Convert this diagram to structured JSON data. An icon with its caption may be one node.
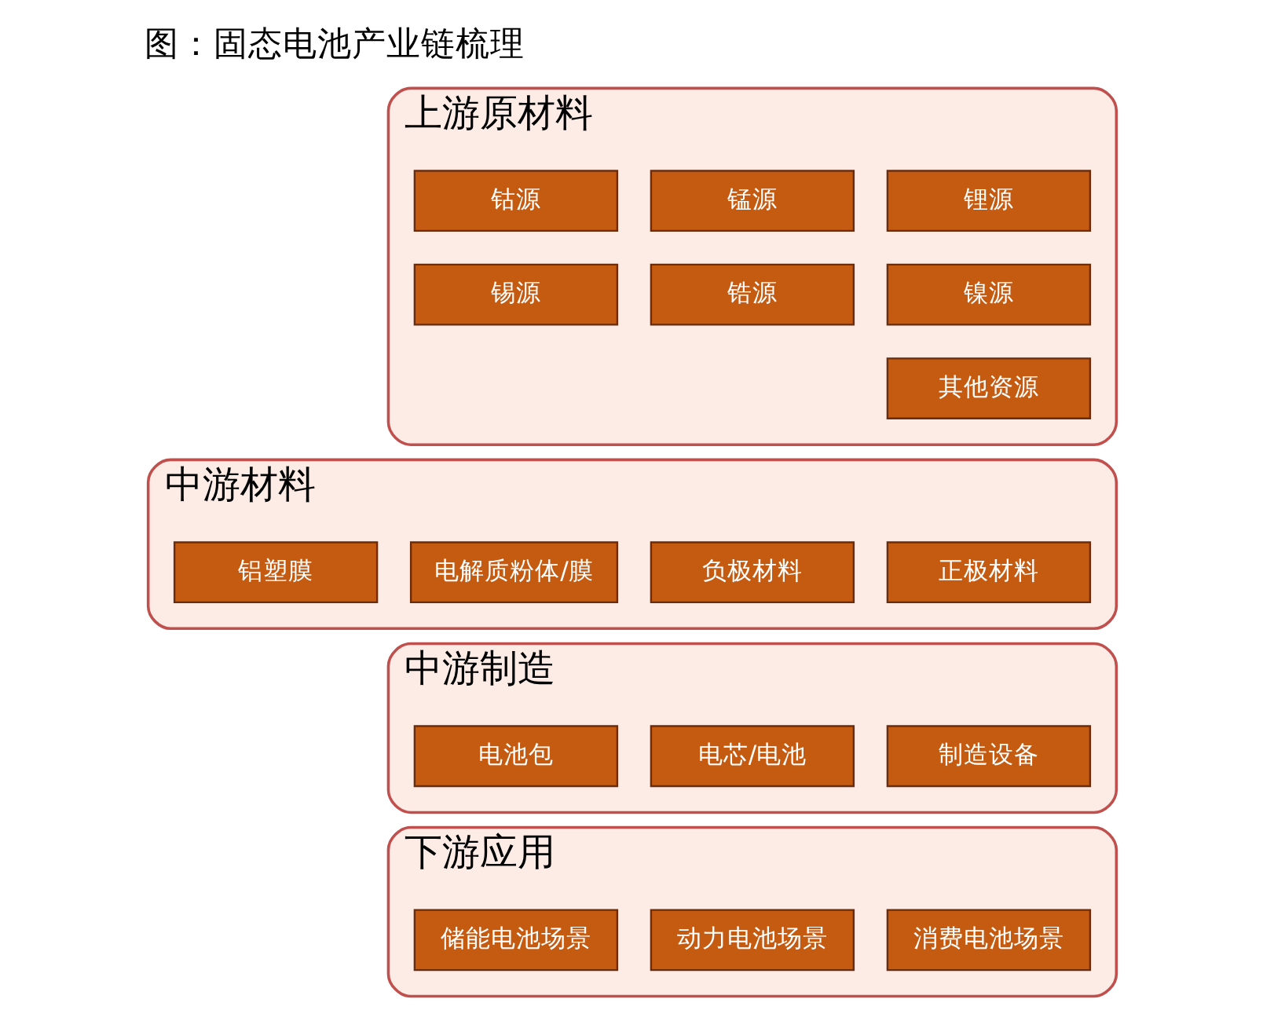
{
  "diagram": {
    "title": "图：固态电池产业链梳理",
    "nodes": [
      {
        "text": [
          "上游原材料"
        ]
      },
      {
        "text": [
          "锂源"
        ],
        "in": 0
      },
      {
        "text": [
          "锰源"
        ],
        "in": 0
      },
      {
        "text": [
          "钴源"
        ],
        "in": 0
      },
      {
        "text": [
          "镍源"
        ],
        "in": 0
      },
      {
        "text": [
          "锆源"
        ],
        "in": 0
      },
      {
        "text": [
          "锡源"
        ],
        "in": 0
      },
      {
        "text": [
          "其他资源"
        ],
        "in": 0
      },
      {
        "text": [
          "中游材料"
        ]
      },
      {
        "text": [
          "正极材料"
        ],
        "in": 8
      },
      {
        "text": [
          "负极材料"
        ],
        "in": 8
      },
      {
        "text": [
          "电解质粉体/膜"
        ],
        "in": 8
      },
      {
        "text": [
          "铝塑膜"
        ],
        "in": 8
      },
      {
        "text": [
          "中游制造"
        ]
      },
      {
        "text": [
          "制造设备"
        ],
        "in": 13
      },
      {
        "text": [
          "电芯/电池"
        ],
        "in": 13
      },
      {
        "text": [
          "电池包"
        ],
        "in": 13
      },
      {
        "text": [
          "下游应用"
        ]
      },
      {
        "text": [
          "消费电池场景"
        ],
        "in": 17
      },
      {
        "text": [
          "动力电池场景"
        ],
        "in": 17
      },
      {
        "text": [
          "储能电池场景"
        ],
        "in": 17
      }
    ],
    "edges": []
  }
}
